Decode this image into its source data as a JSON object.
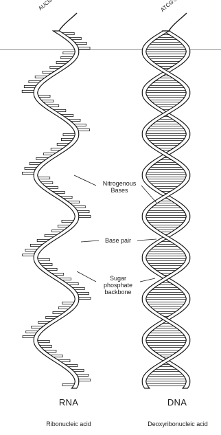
{
  "figure": {
    "rna": {
      "tag": "AUCG's",
      "short": "RNA",
      "full": "Ribonucleic acid"
    },
    "dna": {
      "tag": "ATCG's",
      "short": "DNA",
      "full": "Deoxyribonucleic acid"
    },
    "annotations": {
      "nitrogenous_bases": "Nitrogenous\nBases",
      "base_pair": "Base pair",
      "sugar_backbone": "Sugar\nphosphate\nbackbone"
    }
  },
  "colors": {
    "ink": "#1a1a1a",
    "strand_fill": "#ffffff",
    "rule": "#8a8a8a"
  }
}
